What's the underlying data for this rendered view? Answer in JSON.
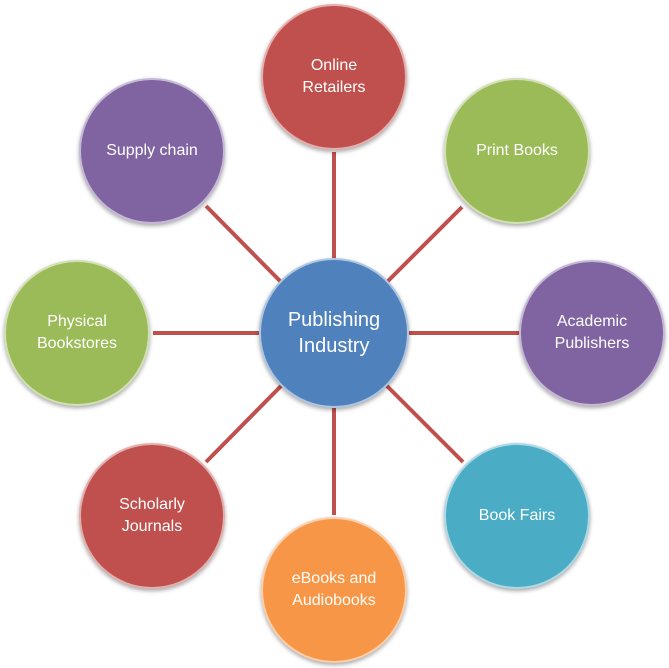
{
  "center": {
    "label": "Publishing\nIndustry",
    "color": "#4f81bd"
  },
  "satellites": [
    {
      "label": "Online\nRetailers",
      "color": "#c0504d"
    },
    {
      "label": "Print Books",
      "color": "#9bbb59"
    },
    {
      "label": "Academic\nPublishers",
      "color": "#8064a2"
    },
    {
      "label": "Book Fairs",
      "color": "#4bacc6"
    },
    {
      "label": "eBooks and\nAudiobooks",
      "color": "#f79646"
    },
    {
      "label": "Scholarly\nJournals",
      "color": "#c0504d"
    },
    {
      "label": "Physical\nBookstores",
      "color": "#9bbb59"
    },
    {
      "label": "Supply chain",
      "color": "#8064a2"
    }
  ],
  "connector_color": "#c0504d"
}
